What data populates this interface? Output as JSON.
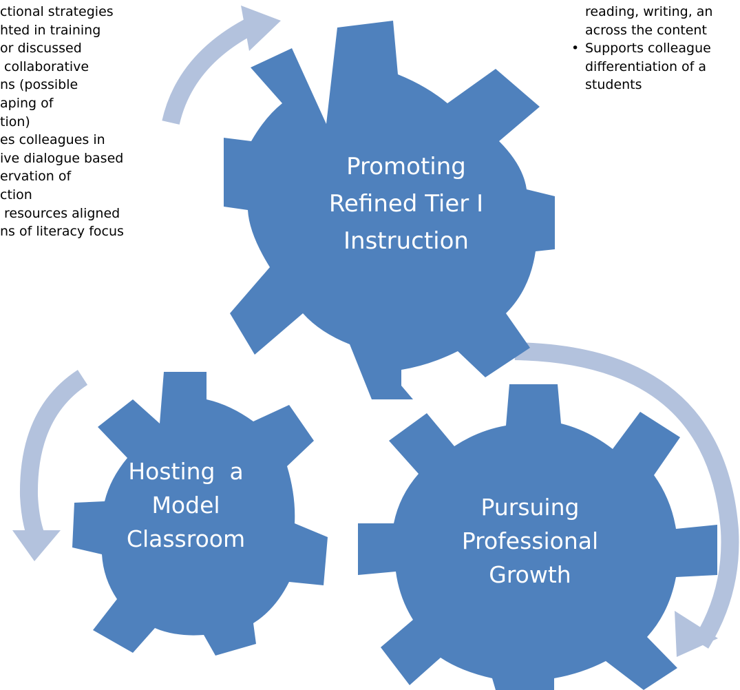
{
  "colors": {
    "gear": "#4f81bd",
    "arrow": "#b3c2dd",
    "label_text": "#ffffff",
    "body_text": "#000000"
  },
  "left_panel": {
    "lines": [
      "ctional strategies",
      "hted in training",
      "or discussed",
      " collaborative",
      "ns (possible",
      "aping of",
      "tion)",
      "es colleagues in",
      "ive dialogue based",
      "ervation of",
      "ction",
      " resources aligned",
      "ns of literacy focus"
    ]
  },
  "right_panel": {
    "lines": [
      {
        "text": "reading, writing, an",
        "bullet": false
      },
      {
        "text": "across the content",
        "bullet": false
      },
      {
        "text": "Supports colleague",
        "bullet": true
      },
      {
        "text": "differentiation of a",
        "bullet": false
      },
      {
        "text": "students",
        "bullet": false
      }
    ]
  },
  "gears": {
    "top": {
      "lines": [
        "Promoting",
        "Refined Tier I",
        "Instruction"
      ]
    },
    "left": {
      "lines": [
        "Hosting  a",
        "Model",
        "Classroom"
      ]
    },
    "right": {
      "lines": [
        "Pursuing",
        "Professional",
        "Growth"
      ]
    }
  }
}
